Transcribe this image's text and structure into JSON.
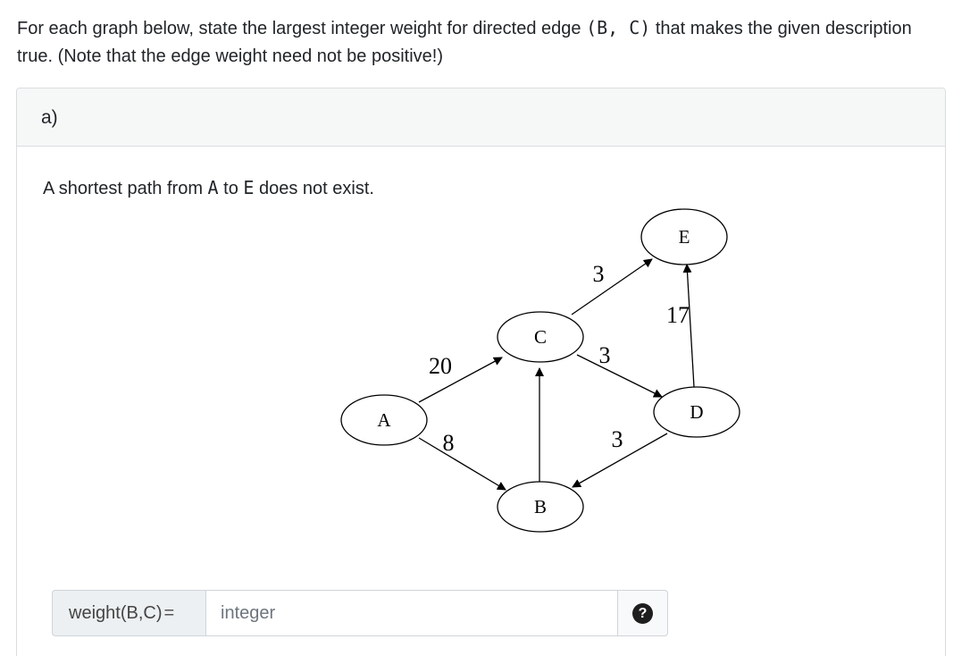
{
  "prompt": {
    "before": "For each graph below, state the largest integer weight for directed edge ",
    "edge": "(B, C)",
    "after": " that makes the given description true. (Note that the edge weight need not be positive!)"
  },
  "part": {
    "label": "a)",
    "question_prefix": "A shortest path from ",
    "question_from": "A",
    "question_mid": " to ",
    "question_to": "E",
    "question_suffix": " does not exist."
  },
  "graph": {
    "nodes": [
      "A",
      "B",
      "C",
      "D",
      "E"
    ],
    "edges": [
      {
        "from": "A",
        "to": "C",
        "label": "20"
      },
      {
        "from": "A",
        "to": "B",
        "label": "8"
      },
      {
        "from": "B",
        "to": "C",
        "label": ""
      },
      {
        "from": "C",
        "to": "E",
        "label": "3"
      },
      {
        "from": "C",
        "to": "D",
        "label": "3"
      },
      {
        "from": "D",
        "to": "B",
        "label": "3"
      },
      {
        "from": "D",
        "to": "E",
        "label": "17"
      }
    ]
  },
  "answer": {
    "label_prefix": "weight",
    "label_args": "(B,C)",
    "label_eq": "=",
    "placeholder": "integer",
    "help_icon": "?"
  }
}
